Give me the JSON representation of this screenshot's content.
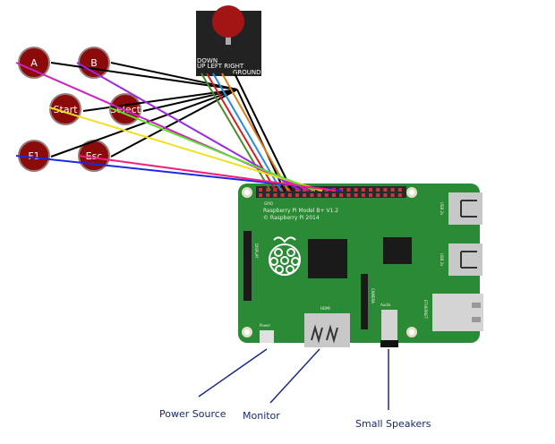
{
  "buttons": {
    "a": "A",
    "b": "B",
    "start": "Start",
    "select": "Select",
    "f1": "F1",
    "esc": "Esc"
  },
  "joystick": {
    "down": "DOWN",
    "up_left_right": "UP LEFT RIGHT",
    "ground": "GROUND"
  },
  "board": {
    "gpio": "GPIO",
    "model": "Raspberry Pi Model B+ V1.2",
    "copyright": "© Raspberry Pi 2014",
    "power": "Power",
    "hdmi": "HDMI",
    "audio": "Audio",
    "display": "DISPLAY",
    "camera": "CAMERA",
    "usb1": "USB 2x",
    "usb2": "USB 2x",
    "ethernet": "ETHERNET"
  },
  "labels": {
    "power_source": "Power Source",
    "monitor": "Monitor",
    "speakers": "Small Speakers"
  },
  "colors": {
    "board": "#2b8a36",
    "button": "#8b0a0a",
    "annotation_line": "#1a2a8a"
  }
}
